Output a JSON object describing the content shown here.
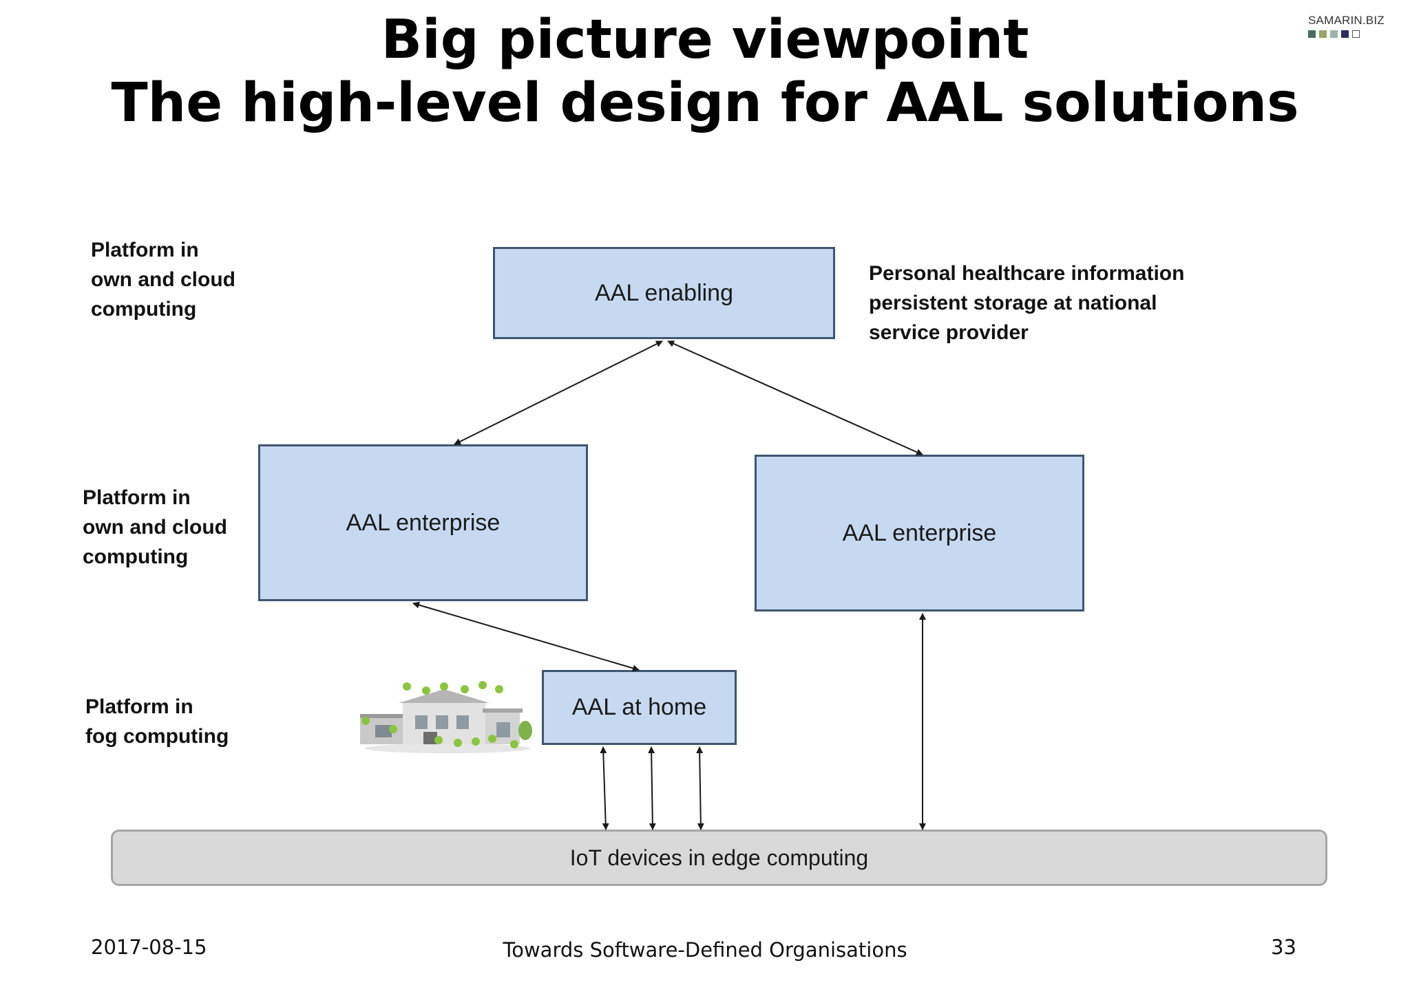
{
  "slide": {
    "title_line1": "Big picture viewpoint",
    "title_line2": "The high-level design for AAL solutions",
    "brand": {
      "text": "SAMARIN.BIZ",
      "square_colors": [
        "#4a6b5e",
        "#9aa36a",
        "#9fb4a8",
        "#2e2e5c",
        "#ffffff"
      ]
    },
    "footer": {
      "date": "2017-08-15",
      "title": "Towards Software-Defined Organisations",
      "page_number": "33"
    }
  },
  "diagram": {
    "labels": {
      "top": [
        "Platform in",
        "own and cloud",
        "computing"
      ],
      "middle": [
        "Platform in",
        "own and cloud",
        "computing"
      ],
      "fog": [
        "Platform in",
        "fog computing"
      ],
      "right": [
        "Personal healthcare information",
        "persistent storage at national",
        "service provider"
      ]
    },
    "nodes": {
      "enabling": "AAL enabling",
      "enterprise_left": "AAL enterprise",
      "enterprise_right": "AAL enterprise",
      "home": "AAL at home",
      "iot": "IoT devices in edge computing"
    },
    "colors": {
      "box_fill": "#c7d9f1",
      "box_border": "#3e5670",
      "iot_fill": "#d9d9d9",
      "iot_border": "#a6a6a6",
      "arrow": "#1a1a1a",
      "home_icon_green": "#8bc53f"
    },
    "home_icon": "smart-home-icon"
  }
}
